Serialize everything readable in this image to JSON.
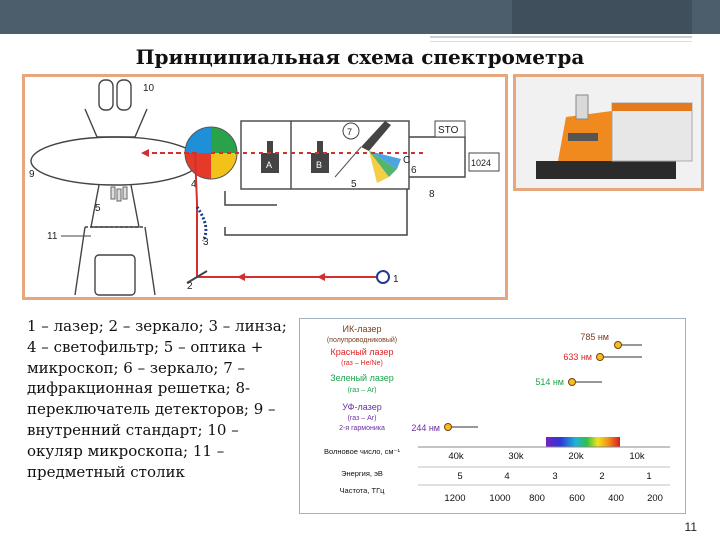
{
  "title": "Принципиальная схема спектрометра",
  "caption": "1 – лазер; 2 – зеркало; 3 – линза; 4 – светофильтр; 5 – оптика + микроскоп; 6 – зеркало; 7 – дифракционная решетка; 8- переключатель детекторов; 9 – внутренний стандарт; 10 – окуляр микроскопа; 11 – предметный столик",
  "diagram_labels": {
    "l1": "1",
    "l2": "2",
    "l3": "3",
    "l4": "4",
    "l5": "5",
    "l6": "6",
    "l7": "7",
    "l8": "8",
    "l9": "9",
    "l10": "10",
    "l11": "11",
    "sto": "STO",
    "det1024": "1024",
    "a": "A",
    "b": "B",
    "c": "C"
  },
  "spectrum": {
    "lasers": [
      {
        "name": "ИК-лазер",
        "sub": "(полупроводниковый)",
        "wavelength": "785 нм",
        "color": "#7a3d1e"
      },
      {
        "name": "Красный лазер",
        "sub": "(газ – He/Ne)",
        "wavelength": "633 нм",
        "color": "#e21f1f"
      },
      {
        "name": "Зеленый лазер",
        "sub": "(газ – Ar)",
        "wavelength": "514 нм",
        "color": "#1aa54a"
      },
      {
        "name": "УФ-лазер",
        "sub": "(газ – Ar)",
        "sub2": "2-я гармоника",
        "wavelength": "244 нм",
        "color": "#6a2fa0"
      }
    ],
    "rows": {
      "wavenumber_label": "Волновое число, см⁻¹",
      "energy_label": "Энергия, эВ",
      "frequency_label": "Частота, ТГц"
    },
    "wavenumber_ticks": [
      "40k",
      "30k",
      "20k",
      "10k"
    ],
    "energy_ticks": [
      "5",
      "4",
      "3",
      "2",
      "1"
    ],
    "frequency_ticks": [
      "1200",
      "1000",
      "800",
      "600",
      "400",
      "200"
    ]
  },
  "page_number": "11",
  "colors": {
    "header": "#4c5e6b",
    "frame": "#e6a77f",
    "beam": "#d32f2f",
    "path": "#3a3a3a"
  }
}
